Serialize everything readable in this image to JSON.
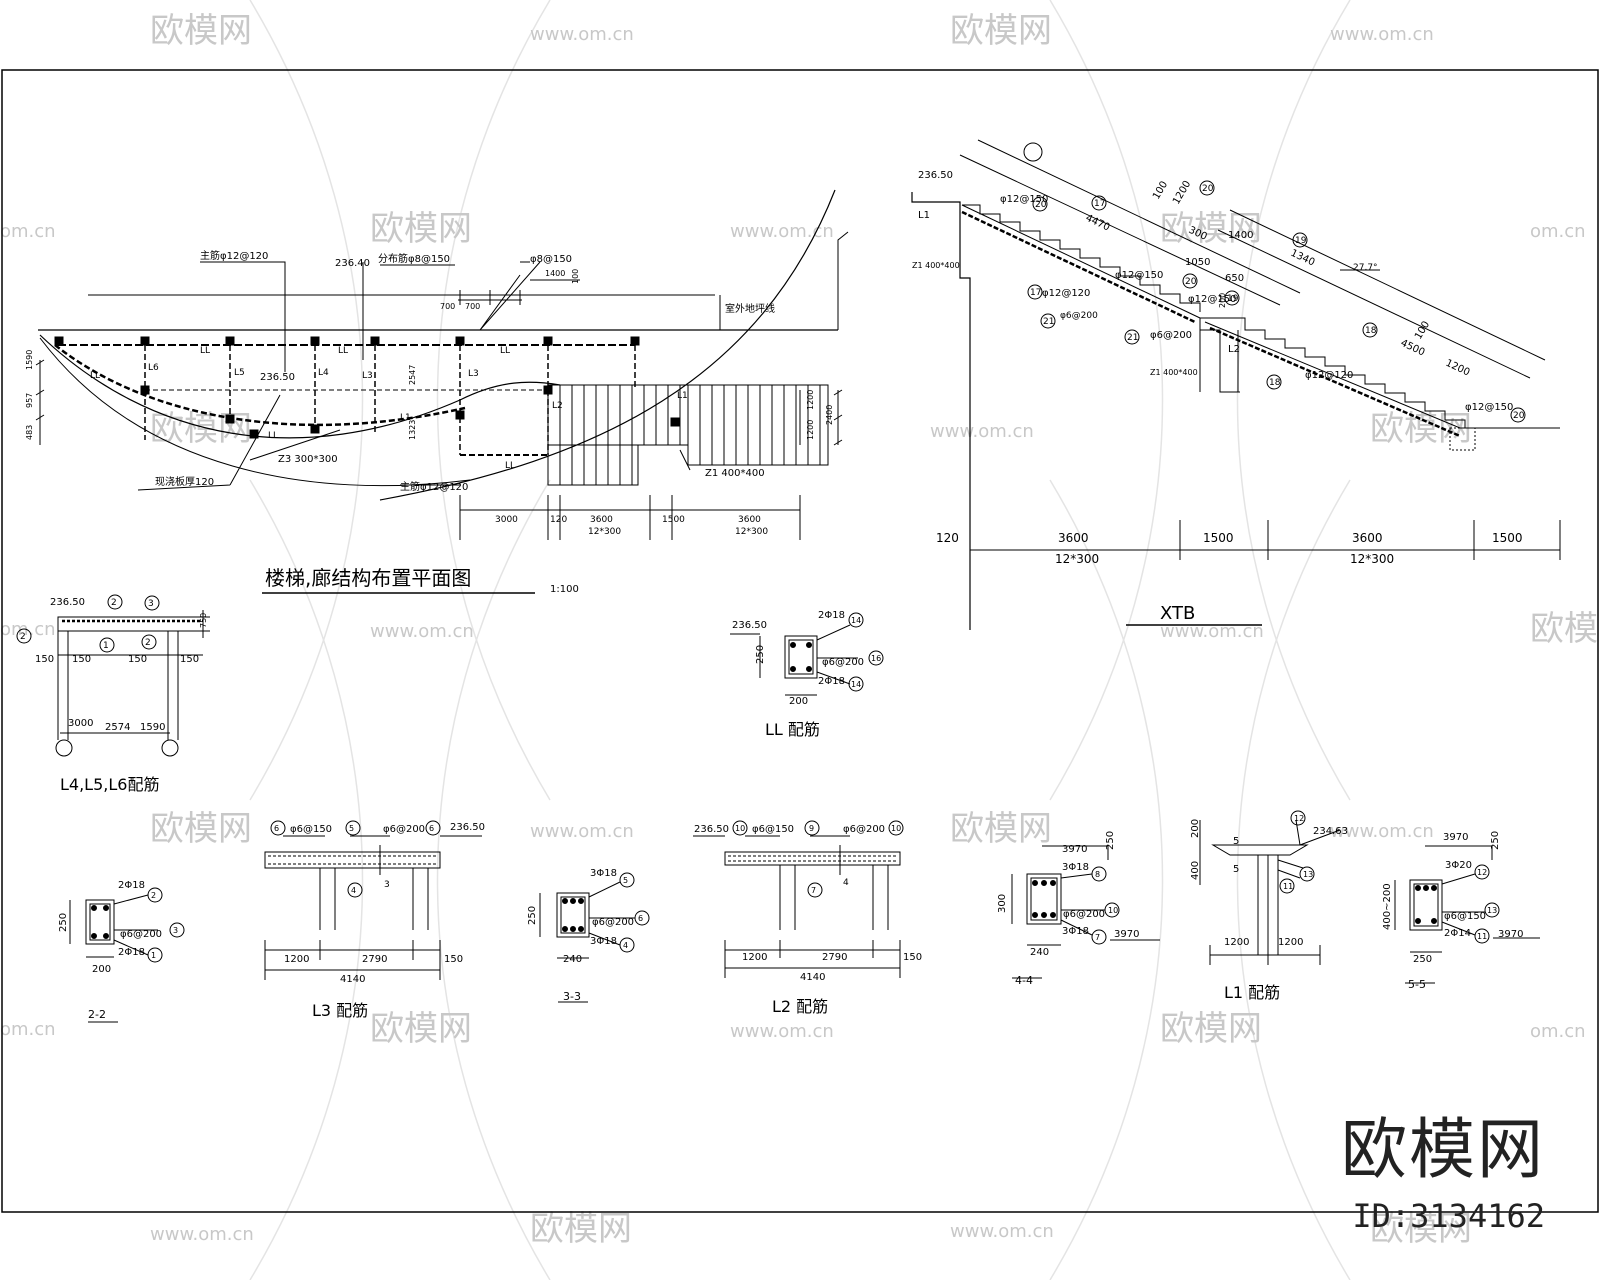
{
  "watermark": {
    "logo_text": "欧模网",
    "url_text": "www.om.cn",
    "short_url": "om.cn"
  },
  "brand": {
    "name": "欧模网",
    "id": "ID:3134162"
  },
  "plan": {
    "title": "楼梯,廊结构布置平面图",
    "scale": "1:100",
    "elev1": "236.40",
    "elev2": "236.50",
    "note_top": "主筋φ12@120",
    "note_top2": "分布筋φ8@150",
    "note_phi": "φ8@150",
    "note_slab": "现浇板厚120",
    "note_bottom": "主筋φ12@120",
    "note_right": "室外地坪线",
    "col": "Z3 300*300",
    "col2": "Z1 400*400",
    "dims": {
      "d700a": "700",
      "d700b": "700",
      "d1400": "1400",
      "d100": "100",
      "d1590": "1590",
      "d957": "957",
      "d483": "483",
      "d2547": "2547",
      "d1323": "1323",
      "d1200a": "1200",
      "d1200b": "1200",
      "d2400": "2400",
      "d3000": "3000",
      "d120": "120",
      "d3600a": "3600",
      "d1500": "1500",
      "d3600b": "3600",
      "d12x300a": "12*300",
      "d12x300b": "12*300"
    },
    "beams": {
      "L1": "L1",
      "L2": "L2",
      "L3": "L3",
      "L4": "L4",
      "L5": "L5",
      "L6": "L6",
      "LL": "LL",
      "LT": "L1"
    }
  },
  "xtb": {
    "title": "XTB",
    "elev": "236.50",
    "angle": "27.7°",
    "rebar": {
      "r1": "φ12@150",
      "r2": "φ12@120",
      "r3": "φ12@150",
      "r4": "φ6@200",
      "r5": "φ12@150",
      "r6": "φ12@120",
      "r7": "φ12@150",
      "r8": "φ6@200"
    },
    "dims": {
      "d100a": "100",
      "d1200a": "1200",
      "d4470": "4470",
      "d300": "300",
      "d1400": "1400",
      "d1340": "1340",
      "d1050": "1050",
      "d650": "650",
      "d4500": "4500",
      "d100b": "100",
      "d1200b": "1200",
      "d200": "200"
    },
    "cols": {
      "c1": "Z1 400*400",
      "c2": "Z1 400*400",
      "l1": "L1",
      "l2": "L2"
    },
    "bottom": {
      "d120": "120",
      "d3600a": "3600",
      "d1500a": "1500",
      "d3600b": "3600",
      "d1500b": "1500",
      "s1": "12*300",
      "s2": "12*300"
    },
    "markers": [
      "17",
      "20",
      "19",
      "18",
      "21"
    ]
  },
  "sec_l456": {
    "title": "L4,L5,L6配筋",
    "elev": "236.50",
    "d150a": "150",
    "d150b": "150",
    "d150c": "150",
    "d150d": "150",
    "d750": "750",
    "d3000": "3000",
    "d2574": "2574",
    "d1590": "1590",
    "m1": "2",
    "m2": "3",
    "m3": "2",
    "m4": "1",
    "m5": "2"
  },
  "sec_ll": {
    "title": "LL 配筋",
    "elev": "236.50",
    "top": "2Φ18",
    "stir": "φ6@200",
    "bot": "2Φ18",
    "h": "250",
    "w": "200",
    "m1": "14",
    "m2": "16",
    "m3": "14"
  },
  "sec_22": {
    "title": "2-2",
    "top": "2Φ18",
    "stir": "φ6@200",
    "bot": "2Φ18",
    "h": "250",
    "w": "200",
    "m1": "2",
    "m2": "3",
    "m3": "1"
  },
  "beam_l3": {
    "title": "L3 配筋",
    "elev": "236.50",
    "s1": "φ6@150",
    "s2": "φ6@200",
    "d1200": "1200",
    "d2790": "2790",
    "d150": "150",
    "d4140": "4140",
    "m": [
      "6",
      "5",
      "6",
      "4",
      "3"
    ]
  },
  "sec_33": {
    "title": "3-3",
    "top": "3Φ18",
    "stir": "φ6@200",
    "bot": "3Φ18",
    "h": "250",
    "w": "240",
    "m1": "5",
    "m2": "6",
    "m3": "4"
  },
  "beam_l2": {
    "title": "L2 配筋",
    "elev": "236.50",
    "s1": "φ6@150",
    "s2": "φ6@200",
    "d1200": "1200",
    "d2790": "2790",
    "d150": "150",
    "d4140": "4140",
    "m": [
      "10",
      "9",
      "10",
      "7",
      "4"
    ]
  },
  "sec_44": {
    "title": "4-4",
    "top": "3Φ18",
    "stir": "φ6@200",
    "bot": "3Φ18",
    "h": "300",
    "w": "240",
    "d3970a": "3970",
    "d3970b": "3970",
    "d250": "250",
    "m1": "8",
    "m2": "10",
    "m3": "7"
  },
  "beam_l1": {
    "title": "L1 配筋",
    "elev": "234.63",
    "d200": "200",
    "d400": "400",
    "d5a": "5",
    "d5b": "5",
    "d1200a": "1200",
    "d1200b": "1200",
    "m": [
      "12",
      "13",
      "11"
    ]
  },
  "sec_55": {
    "title": "5-5",
    "top": "3Φ20",
    "stir": "φ6@150",
    "bot": "2Φ14",
    "h": "400~200",
    "w": "250",
    "d3970a": "3970",
    "d3970b": "3970",
    "d250": "250",
    "m1": "12",
    "m2": "13",
    "m3": "11"
  }
}
